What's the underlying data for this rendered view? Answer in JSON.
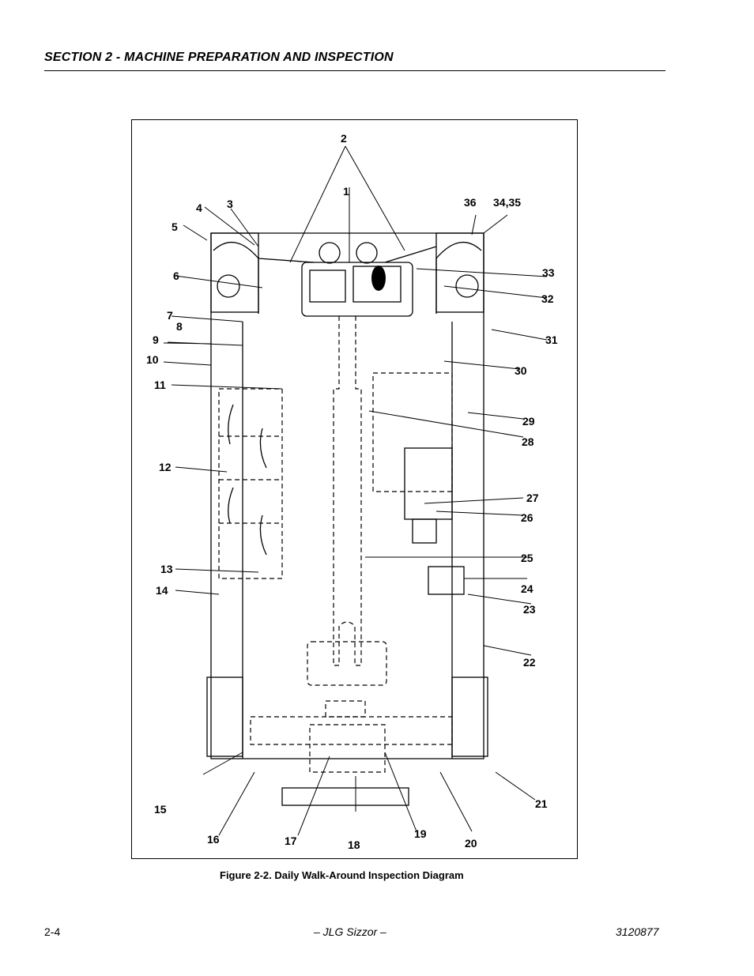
{
  "header": {
    "section_title": "SECTION 2 - MACHINE PREPARATION AND INSPECTION"
  },
  "figure": {
    "caption": "Figure 2-2.  Daily Walk-Around Inspection Diagram",
    "callouts": [
      "1",
      "2",
      "3",
      "4",
      "5",
      "6",
      "7",
      "8",
      "9",
      "10",
      "11",
      "12",
      "13",
      "14",
      "15",
      "16",
      "17",
      "18",
      "19",
      "20",
      "21",
      "22",
      "23",
      "24",
      "25",
      "26",
      "27",
      "28",
      "29",
      "30",
      "31",
      "32",
      "33",
      "34,35",
      "36"
    ]
  },
  "footer": {
    "page_number": "2-4",
    "title": "– JLG Sizzor –",
    "doc_number": "3120877"
  }
}
